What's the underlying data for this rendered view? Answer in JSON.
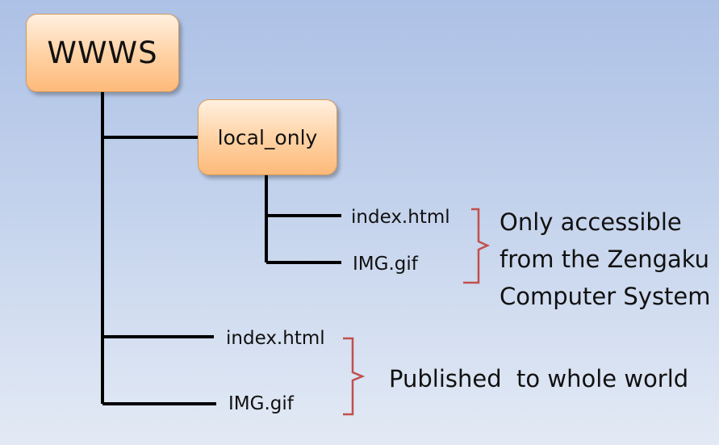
{
  "tree": {
    "root": {
      "label": "WWWS"
    },
    "local_dir": {
      "label": "local_only",
      "files": [
        {
          "label": "index.html"
        },
        {
          "label": "IMG.gif"
        }
      ],
      "note": [
        "Only accessible",
        "from the Zengaku",
        "Computer System"
      ]
    },
    "root_files": [
      {
        "label": "index.html"
      },
      {
        "label": "IMG.gif"
      }
    ],
    "root_note": "Published  to whole world"
  },
  "colors": {
    "background_top": "#adc1e6",
    "background_bottom": "#e3eaf5",
    "node_fill": "#ffd3a6",
    "node_border": "#d79a5c",
    "connector": "#000000",
    "bracket": "#c0504d"
  }
}
